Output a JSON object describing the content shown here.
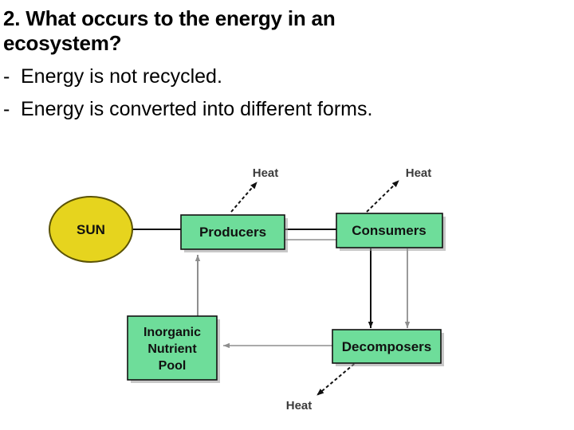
{
  "slide": {
    "question_number": "2.",
    "title": "2. What occurs to the energy in an ecosystem?",
    "bullets": [
      {
        "dash": "-",
        "text": "Energy is not recycled."
      },
      {
        "dash": "-",
        "text": "Energy is converted into different forms."
      }
    ]
  },
  "diagram": {
    "title": "ecosystem-energy-flow",
    "colors": {
      "sun_fill": "#e6d41e",
      "sun_stroke": "#5a5205",
      "box_fill": "#6edd9a",
      "box_stroke": "#111111",
      "shadow": "#9a9a9a",
      "arrow_black": "#111111",
      "arrow_gray": "#8e8e8e",
      "background": "#ffffff"
    },
    "nodes": [
      {
        "id": "sun",
        "label": "SUN",
        "shape": "ellipse"
      },
      {
        "id": "producers",
        "label": "Producers",
        "shape": "rect"
      },
      {
        "id": "consumers",
        "label": "Consumers",
        "shape": "rect"
      },
      {
        "id": "decomposers",
        "label": "Decomposers",
        "shape": "rect"
      },
      {
        "id": "pool",
        "label": "Inorganic Nutrient Pool",
        "shape": "rect",
        "lines": [
          "Inorganic",
          "Nutrient",
          "Pool"
        ]
      }
    ],
    "heat_labels": [
      {
        "id": "heat-producers",
        "label": "Heat"
      },
      {
        "id": "heat-consumers",
        "label": "Heat"
      },
      {
        "id": "heat-decomposers",
        "label": "Heat"
      }
    ],
    "edges": [
      {
        "from": "sun",
        "to": "producers",
        "style": "solid-black"
      },
      {
        "from": "producers",
        "to": "consumers",
        "style": "solid-black"
      },
      {
        "from": "producers",
        "to": "consumers",
        "style": "solid-gray"
      },
      {
        "from": "producers",
        "to": "heat-producers",
        "style": "dashed-black"
      },
      {
        "from": "consumers",
        "to": "heat-consumers",
        "style": "dashed-black"
      },
      {
        "from": "consumers",
        "to": "decomposers",
        "style": "solid-black"
      },
      {
        "from": "consumers",
        "to": "decomposers",
        "style": "solid-gray"
      },
      {
        "from": "decomposers",
        "to": "pool",
        "style": "solid-gray"
      },
      {
        "from": "decomposers",
        "to": "heat-decomposers",
        "style": "dashed-black"
      },
      {
        "from": "pool",
        "to": "producers",
        "style": "solid-gray"
      }
    ]
  }
}
